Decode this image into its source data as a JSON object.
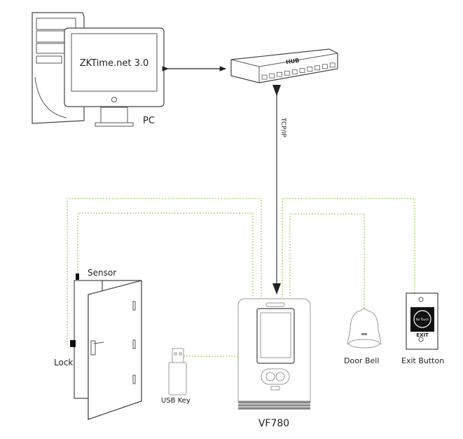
{
  "diagram": {
    "pc": {
      "label": "PC",
      "screen_text": "ZKTime.net 3.0"
    },
    "hub": {
      "label": "HUB",
      "ports": 10
    },
    "network": {
      "link_label": "TCP/IP"
    },
    "device": {
      "label": "VF780"
    },
    "peripherals": {
      "sensor": "Sensor",
      "lock": "Lock",
      "usb_key": "USB Key",
      "door_bell": "Door Bell",
      "exit_button": "Exit Button",
      "exit_button_text": "EXIT",
      "exit_button_face": "No Touch"
    },
    "colors": {
      "wire": "#8cc63f",
      "arrow": "#222222",
      "link": "#888888"
    }
  }
}
